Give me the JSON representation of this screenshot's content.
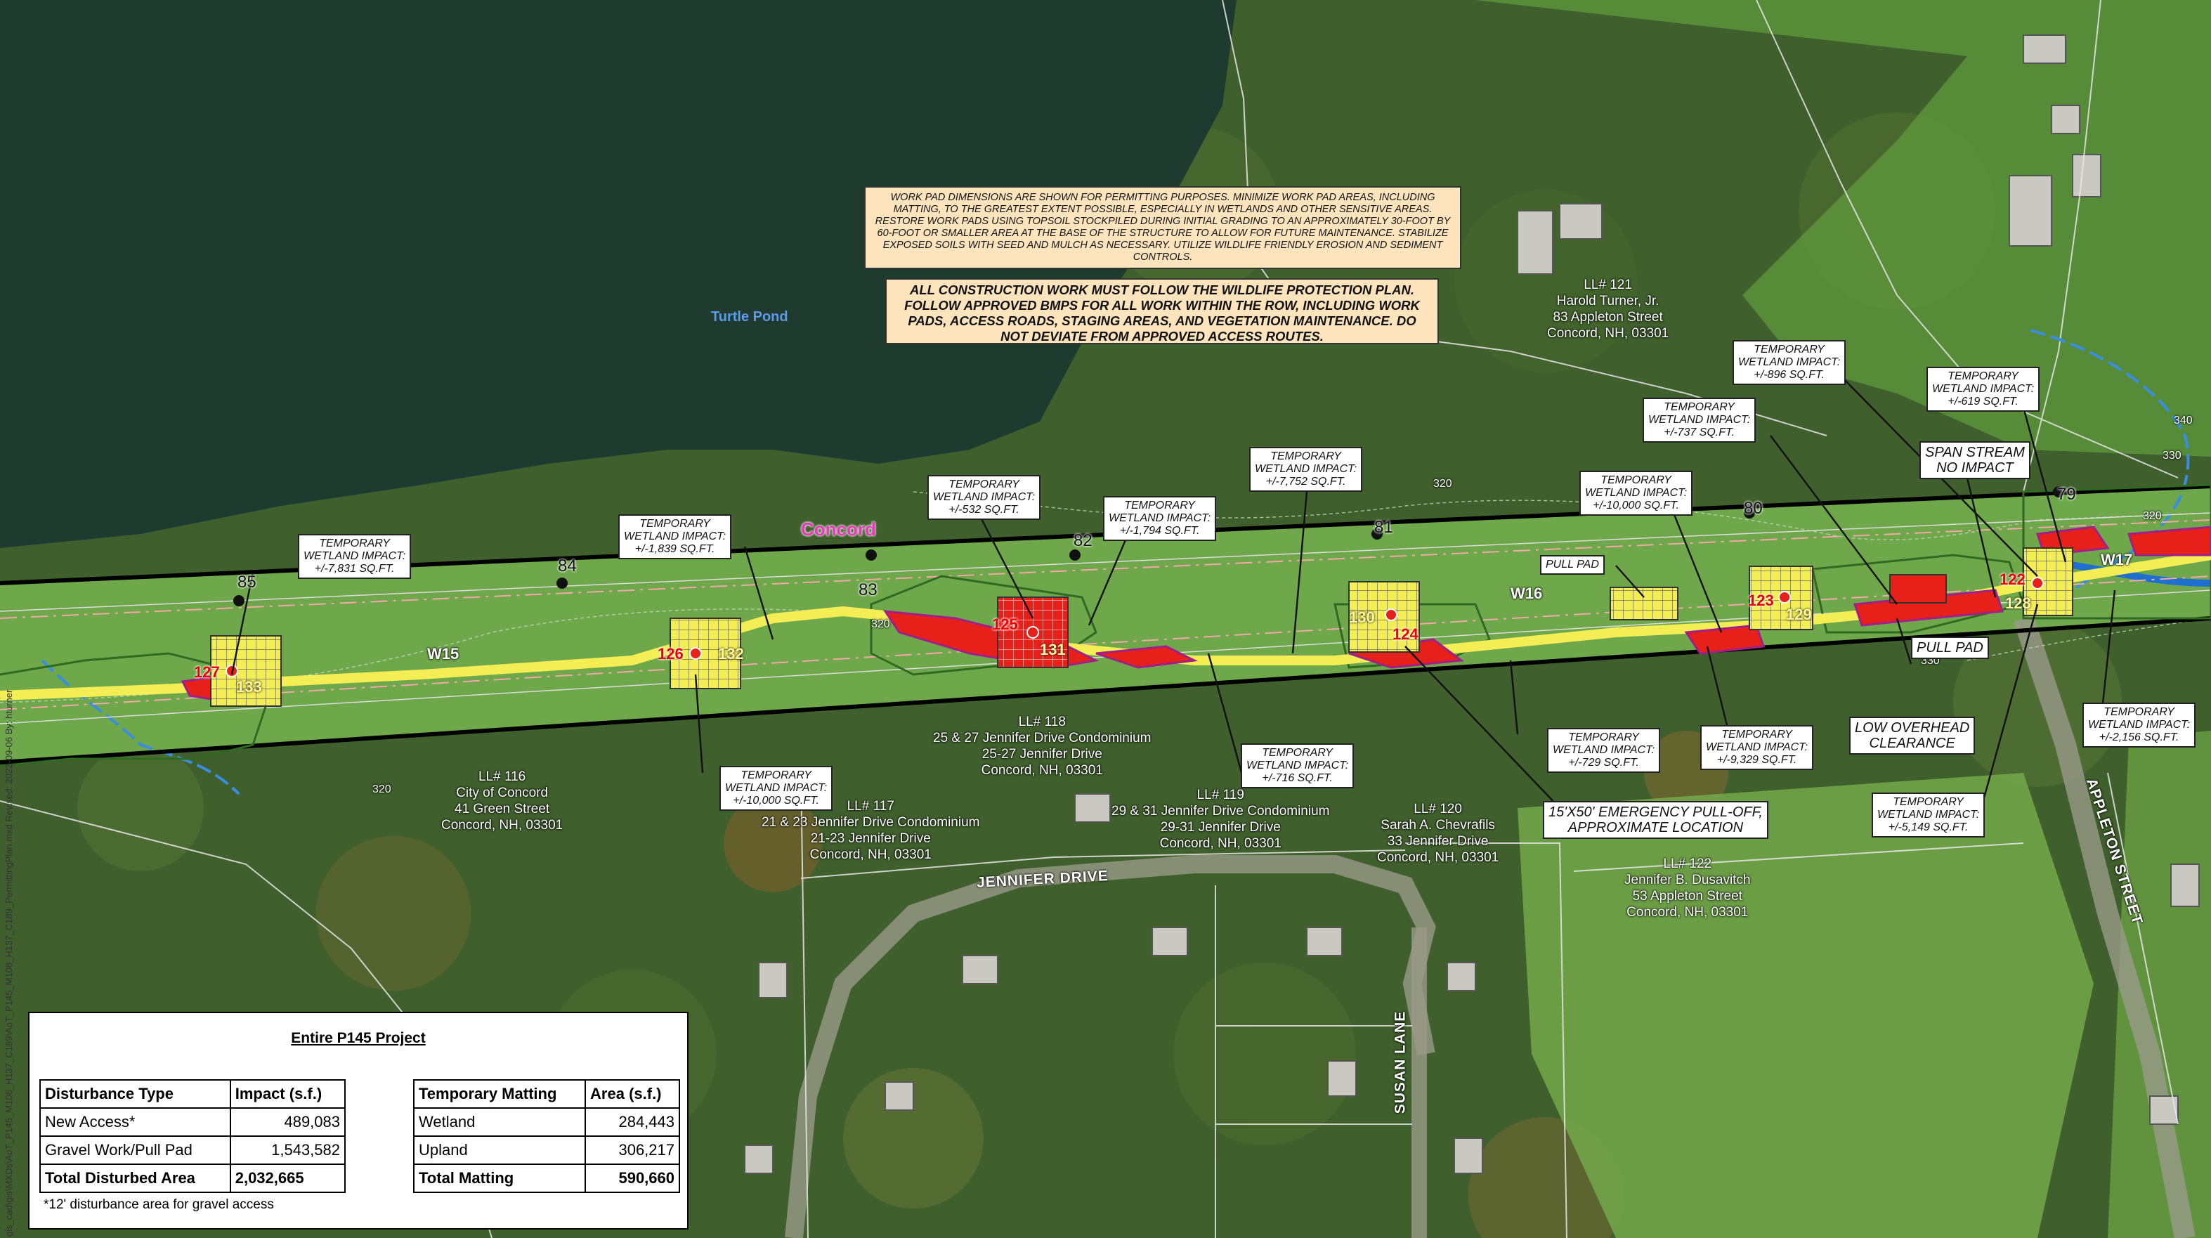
{
  "labels": {
    "pond": "Turtle Pond",
    "town": "Concord",
    "work_pad_note": "WORK PAD DIMENSIONS ARE SHOWN FOR PERMITTING PURPOSES. MINIMIZE WORK PAD AREAS, INCLUDING MATTING, TO THE GREATEST EXTENT POSSIBLE, ESPECIALLY IN WETLANDS AND OTHER SENSITIVE AREAS. RESTORE WORK PADS USING TOPSOIL STOCKPILED DURING INITIAL GRADING TO AN APPROXIMATELY 30-FOOT BY 60-FOOT OR SMALLER AREA AT THE BASE OF THE STRUCTURE TO ALLOW FOR FUTURE MAINTENANCE. STABILIZE EXPOSED SOILS WITH SEED AND MULCH AS NECESSARY. UTILIZE WILDLIFE FRIENDLY EROSION AND SEDIMENT CONTROLS.",
    "wildlife_note": "ALL CONSTRUCTION WORK MUST FOLLOW THE WILDLIFE PROTECTION PLAN. FOLLOW APPROVED BMPS FOR ALL WORK WITHIN THE ROW, INCLUDING WORK PADS, ACCESS ROADS, STAGING AREAS, AND VEGETATION MAINTENANCE. DO NOT DEVIATE FROM APPROVED ACCESS ROUTES.",
    "roads": {
      "jennifer": "JENNIFER DRIVE",
      "susan": "SUSAN LANE",
      "appleton": "APPLETON STREET"
    },
    "wetlands": {
      "w15": "W15",
      "w16": "W16",
      "w17": "W17"
    },
    "side_text": "gis_cad\\gis\\MXDs\\AoT_P145_M108_H137_C189\\AoT_P145_M108_H137_C189_PermittingPlan.mxd     Revised: 2022-09-06 By: hturner"
  },
  "callouts": {
    "c1": "TEMPORARY\nWETLAND IMPACT:\n+/-7,831 SQ.FT.",
    "c2": "TEMPORARY\nWETLAND IMPACT:\n+/-1,839 SQ.FT.",
    "c3": "TEMPORARY\nWETLAND IMPACT:\n+/-532 SQ.FT.",
    "c4": "TEMPORARY\nWETLAND IMPACT:\n+/-1,794 SQ.FT.",
    "c5": "TEMPORARY\nWETLAND IMPACT:\n+/-7,752 SQ.FT.",
    "c6": "TEMPORARY\nWETLAND IMPACT:\n+/-10,000 SQ.FT.",
    "c7": "TEMPORARY\nWETLAND IMPACT:\n+/-737 SQ.FT.",
    "c8": "TEMPORARY\nWETLAND IMPACT:\n+/-896 SQ.FT.",
    "c9": "TEMPORARY\nWETLAND IMPACT:\n+/-619 SQ.FT.",
    "c10": "SPAN STREAM\nNO IMPACT",
    "c11": "PULL PAD",
    "c12": "PULL PAD",
    "c13": "TEMPORARY\nWETLAND IMPACT:\n+/-10,000 SQ.FT.",
    "c14": "TEMPORARY\nWETLAND IMPACT:\n+/-716 SQ.FT.",
    "c15": "TEMPORARY\nWETLAND IMPACT:\n+/-729 SQ.FT.",
    "c16": "TEMPORARY\nWETLAND IMPACT:\n+/-9,329 SQ.FT.",
    "c17": "15'X50' EMERGENCY PULL-OFF,\nAPPROXIMATE LOCATION",
    "c18": "LOW OVERHEAD\nCLEARANCE",
    "c19": "TEMPORARY\nWETLAND IMPACT:\n+/-5,149 SQ.FT.",
    "c20": "TEMPORARY\nWETLAND IMPACT:\n+/-2,156 SQ.FT."
  },
  "parcels": {
    "p116": "LL# 116\nCity of Concord\n41 Green Street\nConcord, NH, 03301",
    "p117": "LL# 117\n21 & 23 Jennifer Drive Condominium\n21-23 Jennifer Drive\nConcord, NH, 03301",
    "p118": "LL# 118\n25 & 27 Jennifer Drive Condominium\n25-27 Jennifer Drive\nConcord, NH, 03301",
    "p119": "LL# 119\n29 & 31 Jennifer Drive Condominium\n29-31 Jennifer Drive\nConcord, NH, 03301",
    "p120": "LL# 120\nSarah A. Chevrafils\n33 Jennifer Drive\nConcord, NH, 03301",
    "p121": "LL# 121\nHarold Turner, Jr.\n83 Appleton Street\nConcord, NH, 03301",
    "p122": "LL# 122\nJennifer B. Dusavitch\n53 Appleton Street\nConcord, NH, 03301"
  },
  "structures": [
    "85",
    "84",
    "83",
    "82",
    "81",
    "80",
    "79"
  ],
  "poles": [
    "127",
    "133",
    "126",
    "132",
    "125",
    "131",
    "130",
    "124",
    "123",
    "129",
    "122",
    "128"
  ],
  "contours": [
    "320",
    "320",
    "320",
    "320",
    "330",
    "330",
    "340",
    "330"
  ],
  "summary": {
    "title": "Entire P145 Project",
    "dist_headers": [
      "Disturbance Type",
      "Impact (s.f.)"
    ],
    "dist_rows": [
      [
        "New Access*",
        "489,083"
      ],
      [
        "Gravel Work/Pull Pad",
        "1,543,582"
      ]
    ],
    "dist_total": [
      "Total Disturbed Area",
      "2,032,665"
    ],
    "mat_headers": [
      "Temporary Matting",
      "Area (s.f.)"
    ],
    "mat_rows": [
      [
        "Wetland",
        "284,443"
      ],
      [
        "Upland",
        "306,217"
      ]
    ],
    "mat_total": [
      "Total Matting",
      "590,660"
    ],
    "footnote": "*12' disturbance area for gravel access"
  },
  "colors": {
    "pond": "#1f3a2e",
    "grass": "#6fa84a",
    "forest": "#3b5a2a",
    "impact": "#e8201a",
    "pad": "#f4ee55",
    "note_bg": "#fde4bd"
  }
}
